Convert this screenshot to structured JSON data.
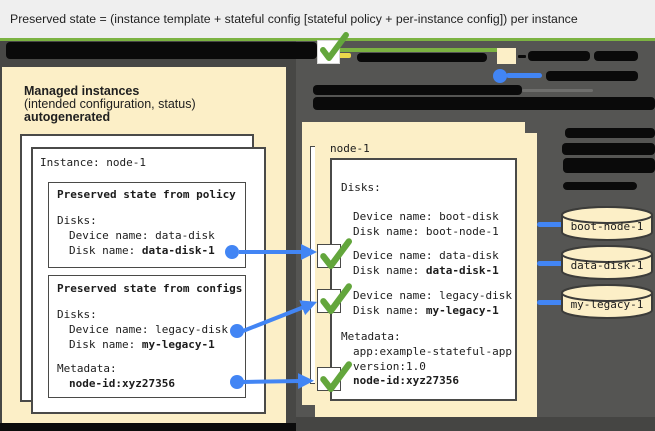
{
  "title_bar": {
    "text": "Preserved state = (instance template + stateful config [stateful policy + per-instance config]) per instance"
  },
  "left_panel": {
    "heading_line1": "Managed instances",
    "heading_line2": "(intended configuration, status)",
    "heading_line3": "autogenerated",
    "instance_label": "Instance: node-1",
    "policy_box": {
      "title": "Preserved state from policy",
      "disks_label": "Disks:",
      "device_line": "Device name: data-disk",
      "disk_label": "Disk name: ",
      "disk_value": "data-disk-1"
    },
    "configs_box": {
      "title": "Preserved state from configs",
      "disks_label": "Disks:",
      "device_line": "Device name: legacy-disk",
      "disk_label": "Disk name: ",
      "disk_value": "my-legacy-1",
      "metadata_label": "Metadata:",
      "metadata_value": "node-id:xyz27356"
    }
  },
  "right_panel": {
    "title": "node-1",
    "disks_label": "Disks:",
    "boot": {
      "device": "Device name: boot-disk",
      "disk_label": "Disk name: ",
      "disk_value": "boot-node-1"
    },
    "data": {
      "device": "Device name: data-disk",
      "disk_label": "Disk name: ",
      "disk_value": "data-disk-1"
    },
    "legacy": {
      "device": "Device name: legacy-disk",
      "disk_label": "Disk name: ",
      "disk_value": "my-legacy-1"
    },
    "metadata_label": "Metadata:",
    "metadata_app": "app:example-stateful-app",
    "metadata_version": "version:1.0",
    "metadata_node_id": "node-id:xyz27356"
  },
  "cylinders": [
    {
      "label": "boot-node-1"
    },
    {
      "label": "data-disk-1"
    },
    {
      "label": "my-legacy-1"
    }
  ],
  "colors": {
    "accent_green": "#7cb342",
    "check_green": "#63a63c",
    "blue": "#4285f4",
    "cream": "#fcefc7",
    "dark_bg": "#555553",
    "redaction": "#0a0a0a"
  }
}
